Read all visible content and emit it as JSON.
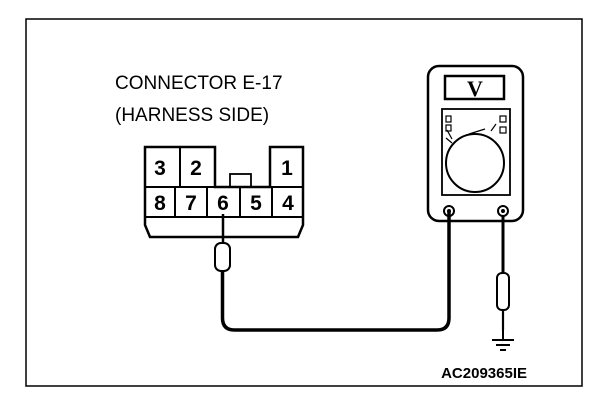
{
  "connector": {
    "title": "CONNECTOR E-17",
    "subtitle": "(HARNESS SIDE)",
    "top_pins": [
      "3",
      "2",
      "1"
    ],
    "bottom_pins": [
      "8",
      "7",
      "6",
      "5",
      "4"
    ],
    "probed_pin": "6"
  },
  "meter": {
    "display": "V",
    "icon": "multimeter-icon"
  },
  "ground_icon": "ground-symbol-icon",
  "figure_code": "AC209365IE"
}
